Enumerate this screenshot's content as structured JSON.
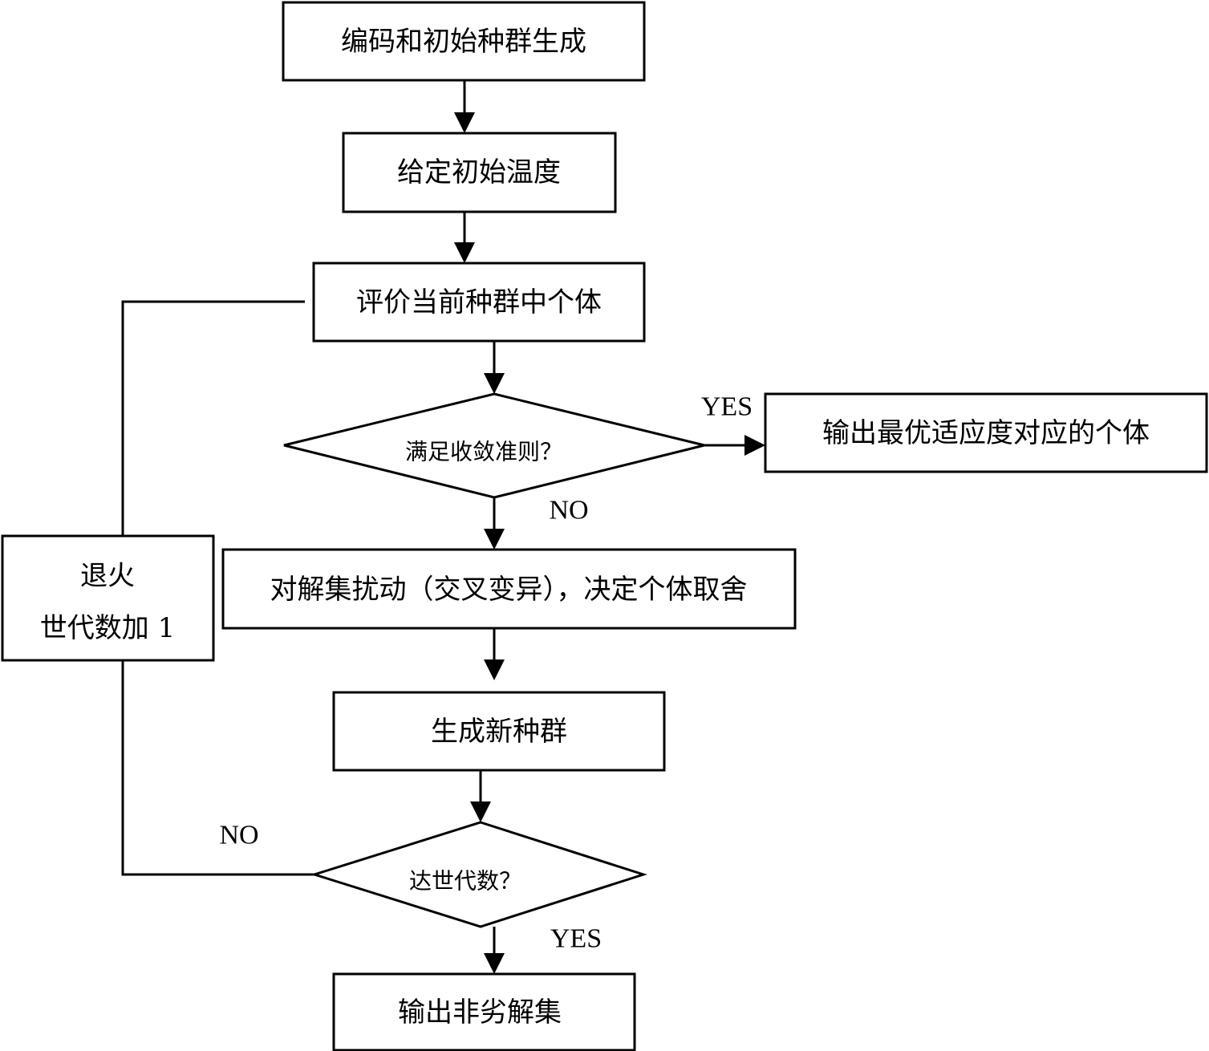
{
  "flowchart": {
    "nodes": {
      "encode": "编码和初始种群生成",
      "init_temp": "给定初始温度",
      "evaluate": "评价当前种群中个体",
      "converge_check": "满足收敛准则？",
      "output_best": "输出最优适应度对应的个体",
      "perturb": "对解集扰动（交叉变异），决定个体取舍",
      "new_population": "生成新种群",
      "generation_check": "达世代数？",
      "output_nondominated": "输出非劣解集",
      "anneal_line1": "退火",
      "anneal_line2": "世代数加 1"
    },
    "labels": {
      "converge_yes": "YES",
      "converge_no": "NO",
      "generation_no": "NO",
      "generation_yes": "YES"
    },
    "colors": {
      "stroke": "#000000",
      "background": "#ffffff"
    }
  }
}
